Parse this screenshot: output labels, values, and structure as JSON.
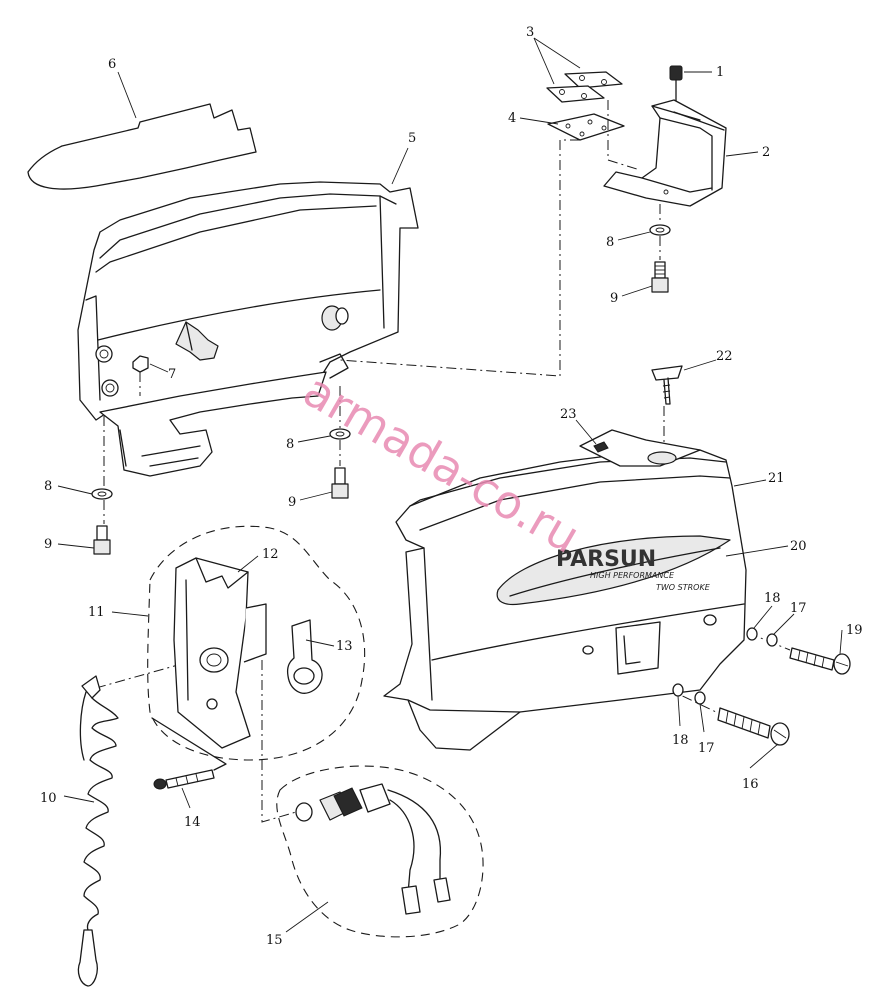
{
  "diagram": {
    "callouts": {
      "p1": "1",
      "p2": "2",
      "p3": "3",
      "p4": "4",
      "p5": "5",
      "p6": "6",
      "p7": "7",
      "p8a": "8",
      "p8b": "8",
      "p8c": "8",
      "p9a": "9",
      "p9b": "9",
      "p9c": "9",
      "p10": "10",
      "p11": "11",
      "p12": "12",
      "p13": "13",
      "p14": "14",
      "p15": "15",
      "p16": "16",
      "p17a": "17",
      "p17b": "17",
      "p18a": "18",
      "p18b": "18",
      "p19": "19",
      "p20": "20",
      "p21": "21",
      "p22": "22",
      "p23": "23"
    },
    "cover_brand": "PARSUN",
    "cover_tagline": "HIGH PERFORMANCE",
    "cover_badge": "TWO STROKE",
    "watermark": "armada-co.ru"
  }
}
